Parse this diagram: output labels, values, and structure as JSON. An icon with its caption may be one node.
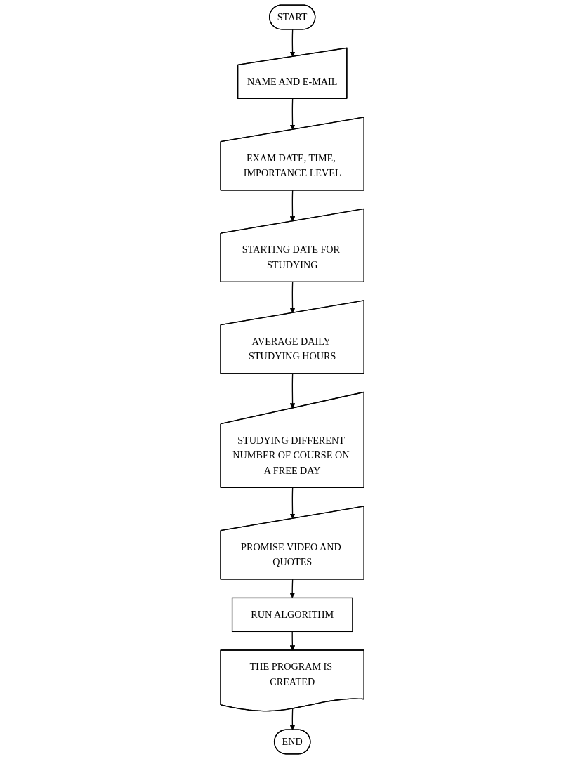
{
  "diagram": {
    "nodes": [
      {
        "text": [
          "START"
        ]
      },
      {
        "text": [
          "NAME AND E-MAIL"
        ]
      },
      {
        "text": [
          "EXAM DATE, TIME, IMPORTANCE LEVEL"
        ]
      },
      {
        "text": [
          "STARTING DATE FOR STUDYING"
        ]
      },
      {
        "text": [
          "AVERAGE DAILY STUDYING HOURS"
        ]
      },
      {
        "text": [
          "STUDYING DIFFERENT NUMBER OF COURSE ON A FREE DAY"
        ]
      },
      {
        "text": [
          "PROMISE VIDEO AND QUOTES"
        ]
      },
      {
        "text": [
          "RUN ALGORITHM"
        ]
      },
      {
        "text": [
          "THE PROGRAM IS CREATED"
        ]
      },
      {
        "text": [
          "END"
        ]
      }
    ],
    "edges": [
      {
        "from": 0,
        "to": 1,
        "arrow": "to"
      },
      {
        "from": 1,
        "to": 2,
        "arrow": "to"
      },
      {
        "from": 2,
        "to": 3,
        "arrow": "to"
      },
      {
        "from": 3,
        "to": 4,
        "arrow": "to"
      },
      {
        "from": 4,
        "to": 5,
        "arrow": "to"
      },
      {
        "from": 5,
        "to": 6,
        "arrow": "to"
      },
      {
        "from": 6,
        "to": 7,
        "arrow": "to"
      },
      {
        "from": 7,
        "to": 8,
        "arrow": "to"
      },
      {
        "from": 8,
        "to": 9,
        "arrow": "to"
      }
    ]
  }
}
